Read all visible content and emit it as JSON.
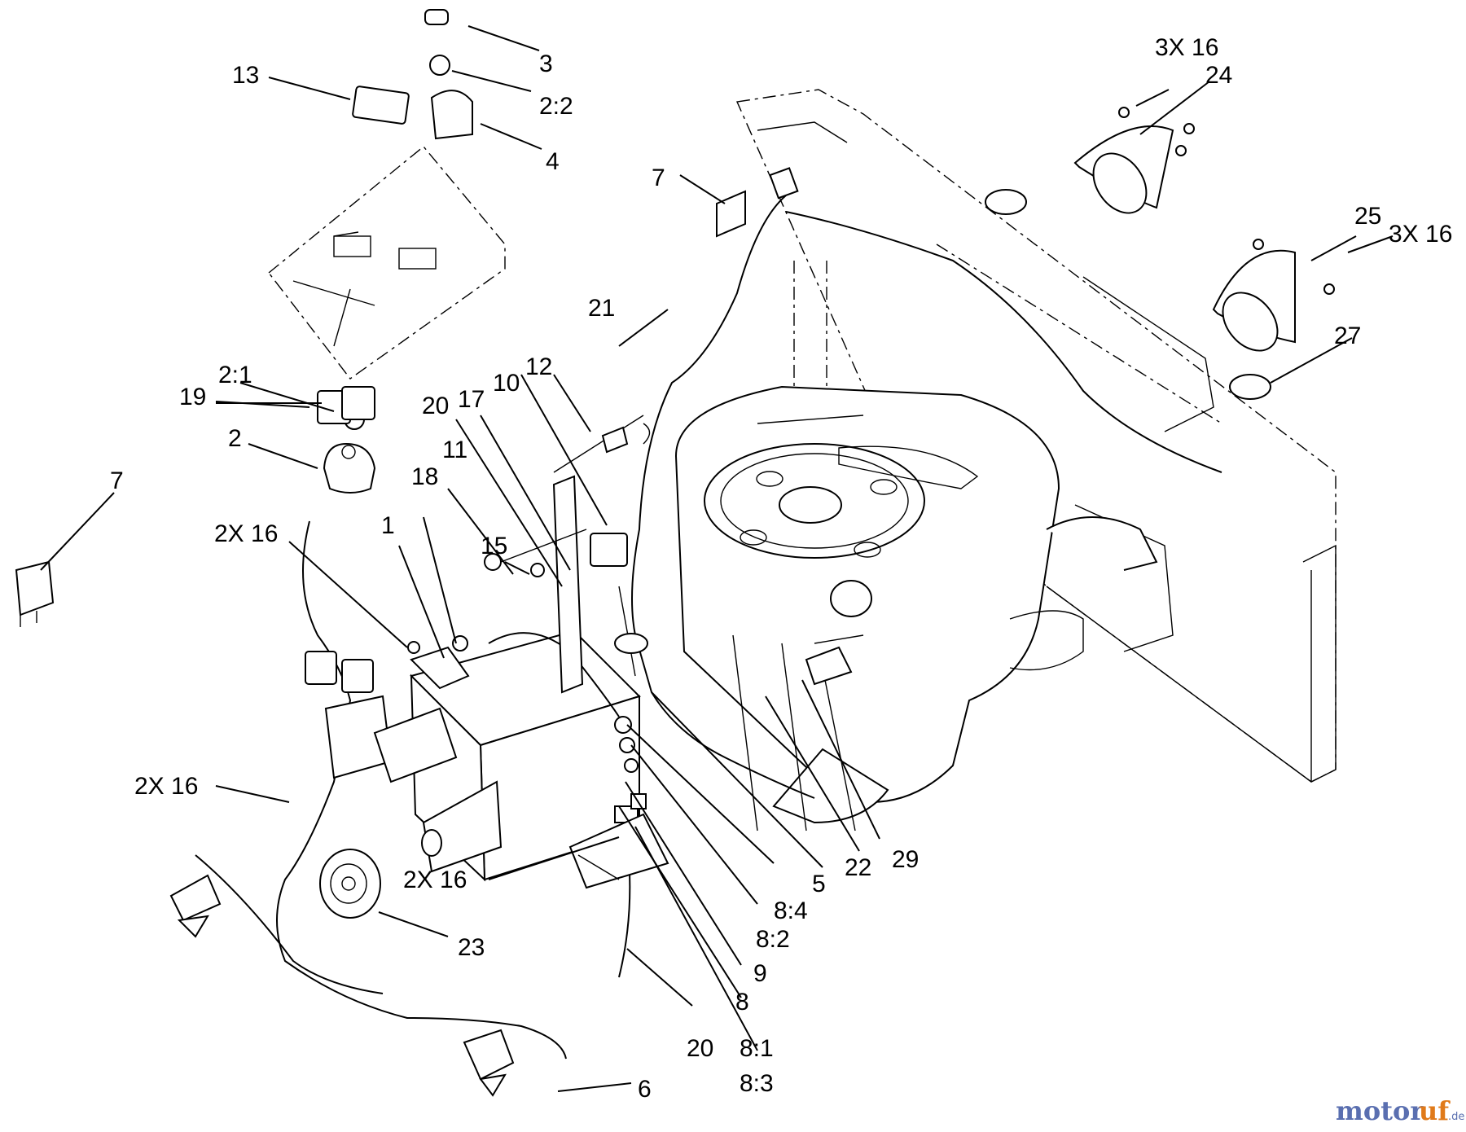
{
  "labels": {
    "l1": "1",
    "l2": "2",
    "l2_1": "2:1",
    "l2_2": "2:2",
    "l3": "3",
    "l4": "4",
    "l5": "5",
    "l6": "6",
    "l7a": "7",
    "l7b": "7",
    "l8": "8",
    "l8_1": "8:1",
    "l8_2": "8:2",
    "l8_3": "8:3",
    "l8_4": "8:4",
    "l9": "9",
    "l10": "10",
    "l11": "11",
    "l12": "12",
    "l13": "13",
    "l15": "15",
    "l17": "17",
    "l18": "18",
    "l19": "19",
    "l20a": "20",
    "l20b": "20",
    "l21": "21",
    "l22": "22",
    "l23": "23",
    "l24": "24",
    "l25": "25",
    "l27": "27",
    "l29": "29",
    "x2_16a": "2X 16",
    "x2_16b": "2X 16",
    "x2_16c": "2X 16",
    "x3_16a": "3X 16",
    "x3_16b": "3X 16"
  },
  "watermark": {
    "part1": "motor",
    "part2": "uf",
    "suffix": ".de"
  }
}
